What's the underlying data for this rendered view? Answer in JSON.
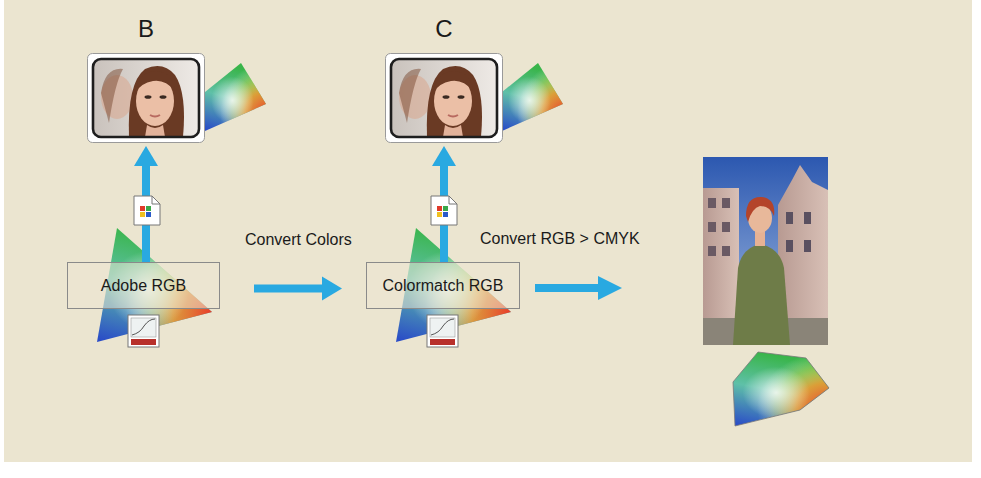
{
  "diagram": {
    "nodes": [
      {
        "text": [
          "B"
        ]
      },
      {
        "text": [
          "C"
        ]
      },
      {
        "text": [
          "Adobe RGB"
        ]
      },
      {
        "text": [
          "Colormatch RGB"
        ]
      }
    ],
    "edges": [
      {
        "from": 2,
        "to": 0,
        "arrow": "to"
      },
      {
        "from": 2,
        "to": 3,
        "arrow": "to",
        "label": "Convert Colors"
      },
      {
        "from": 3,
        "to": 1,
        "arrow": "to"
      }
    ],
    "labels": [
      "Convert RGB > CMYK"
    ]
  }
}
